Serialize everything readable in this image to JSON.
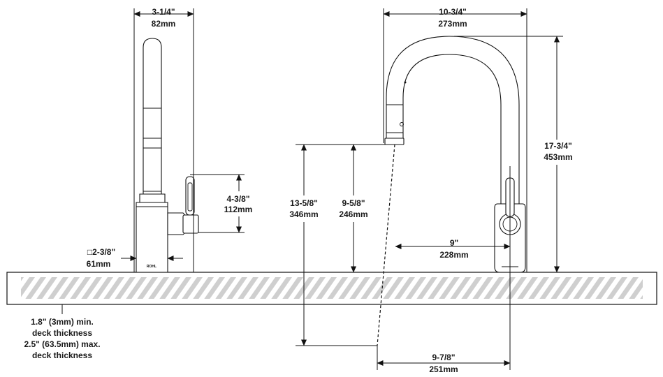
{
  "side_view": {
    "width_imperial": "3-1/4\"",
    "width_metric": "82mm",
    "handle_height_imperial": "4-3/8\"",
    "handle_height_metric": "112mm",
    "base_imperial": "2-3/8\"",
    "base_metric": "61mm",
    "base_square_symbol": "□",
    "logo_text": "ROHL"
  },
  "front_view": {
    "reach_imperial": "10-3/4\"",
    "reach_metric": "273mm",
    "height_imperial": "17-3/4\"",
    "height_metric": "453mm",
    "spout_clearance_imperial": "13-5/8\"",
    "spout_clearance_metric": "346mm",
    "aerator_height_imperial": "9-5/8\"",
    "aerator_height_metric": "246mm",
    "spout_to_center_imperial": "9\"",
    "spout_to_center_metric": "228mm",
    "pullout_reach_imperial": "9-7/8\"",
    "pullout_reach_metric": "251mm"
  },
  "deck_note": {
    "line1": "1.8\" (3mm) min.",
    "line2": "deck thickness",
    "line3": "2.5\" (63.5mm) max.",
    "line4": "deck thickness"
  }
}
